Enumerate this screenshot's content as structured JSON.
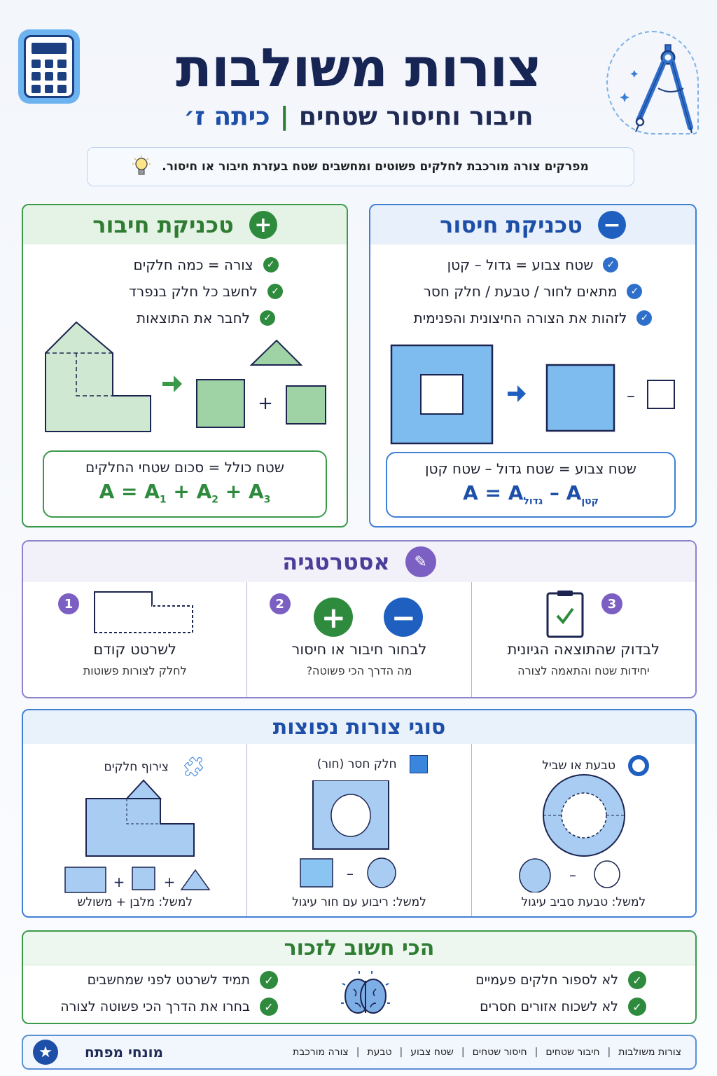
{
  "header": {
    "title": "צורות משולבות",
    "subtitle_main": "חיבור וחיסור שטחים",
    "subtitle_sep": "|",
    "subtitle_grade": "כיתה ז׳",
    "tagline": "מפרקים צורה מורכבת לחלקים פשוטים ומחשבים שטח בעזרת חיבור או חיסור."
  },
  "addition": {
    "title": "טכניקת חיבור",
    "items": [
      "צורה = כמה חלקים",
      "לחשב כל חלק בנפרד",
      "לחבר את התוצאות"
    ],
    "formula_text": "שטח כולל = סכום שטחי החלקים",
    "formula": {
      "A": "A",
      "eq": "=",
      "A1": "A",
      "s1": "1",
      "A2": "A",
      "s2": "2",
      "A3": "A",
      "s3": "3",
      "plus": "+"
    },
    "plus_sign": "+",
    "color": "#2e7d32"
  },
  "subtraction": {
    "title": "טכניקת חיסור",
    "items": [
      "שטח צבוע = גדול – קטן",
      "מתאים לחור / טבעת / חלק חסר",
      "לזהות את הצורה החיצונית והפנימית"
    ],
    "formula_text": "שטח צבוע = שטח גדול – שטח קטן",
    "formula": {
      "A": "A",
      "eq": "=",
      "big": "גדול",
      "minus": "–",
      "small": "קטן"
    },
    "minus_sign": "–",
    "color": "#1e4fa8"
  },
  "strategy": {
    "title": "אסטרטגיה",
    "steps": [
      {
        "num": "1",
        "label": "לשרטט קודם",
        "sub": "לחלק לצורות פשוטות"
      },
      {
        "num": "2",
        "label": "לבחור חיבור או חיסור",
        "sub": "מה הדרך הכי פשוטה?"
      },
      {
        "num": "3",
        "label": "לבדוק שהתוצאה הגיונית",
        "sub": "יחידות שטח והתאמה לצורה"
      }
    ]
  },
  "types": {
    "title": "סוגי צורות נפוצות",
    "items": [
      {
        "label": "טבעת או שביל",
        "example": "למשל: טבעת סביב עיגול",
        "op": "–"
      },
      {
        "label": "חלק חסר (חור)",
        "example": "למשל: ריבוע עם חור עיגול",
        "op": "–"
      },
      {
        "label": "צירוף חלקים",
        "example": "למשל: מלבן + משולש",
        "op": "+"
      }
    ]
  },
  "remember": {
    "title": "הכי חשוב לזכור",
    "right": [
      "לא לספור חלקים פעמיים",
      "לא לשכוח אזורים חסרים"
    ],
    "left": [
      "תמיד לשרטט לפני שמחשבים",
      "בחרו את הדרך הכי פשוטה לצורה"
    ]
  },
  "key_terms": {
    "title": "מונחי מפתח",
    "terms": [
      "צורות משולבות",
      "חיבור שטחים",
      "חיסור שטחים",
      "שטח צבוע",
      "טבעת",
      "צורה מורכבת"
    ]
  },
  "colors": {
    "navy": "#172554",
    "green": "#2e7d32",
    "blue": "#1e4fa8",
    "purple": "#7b5fc2"
  }
}
